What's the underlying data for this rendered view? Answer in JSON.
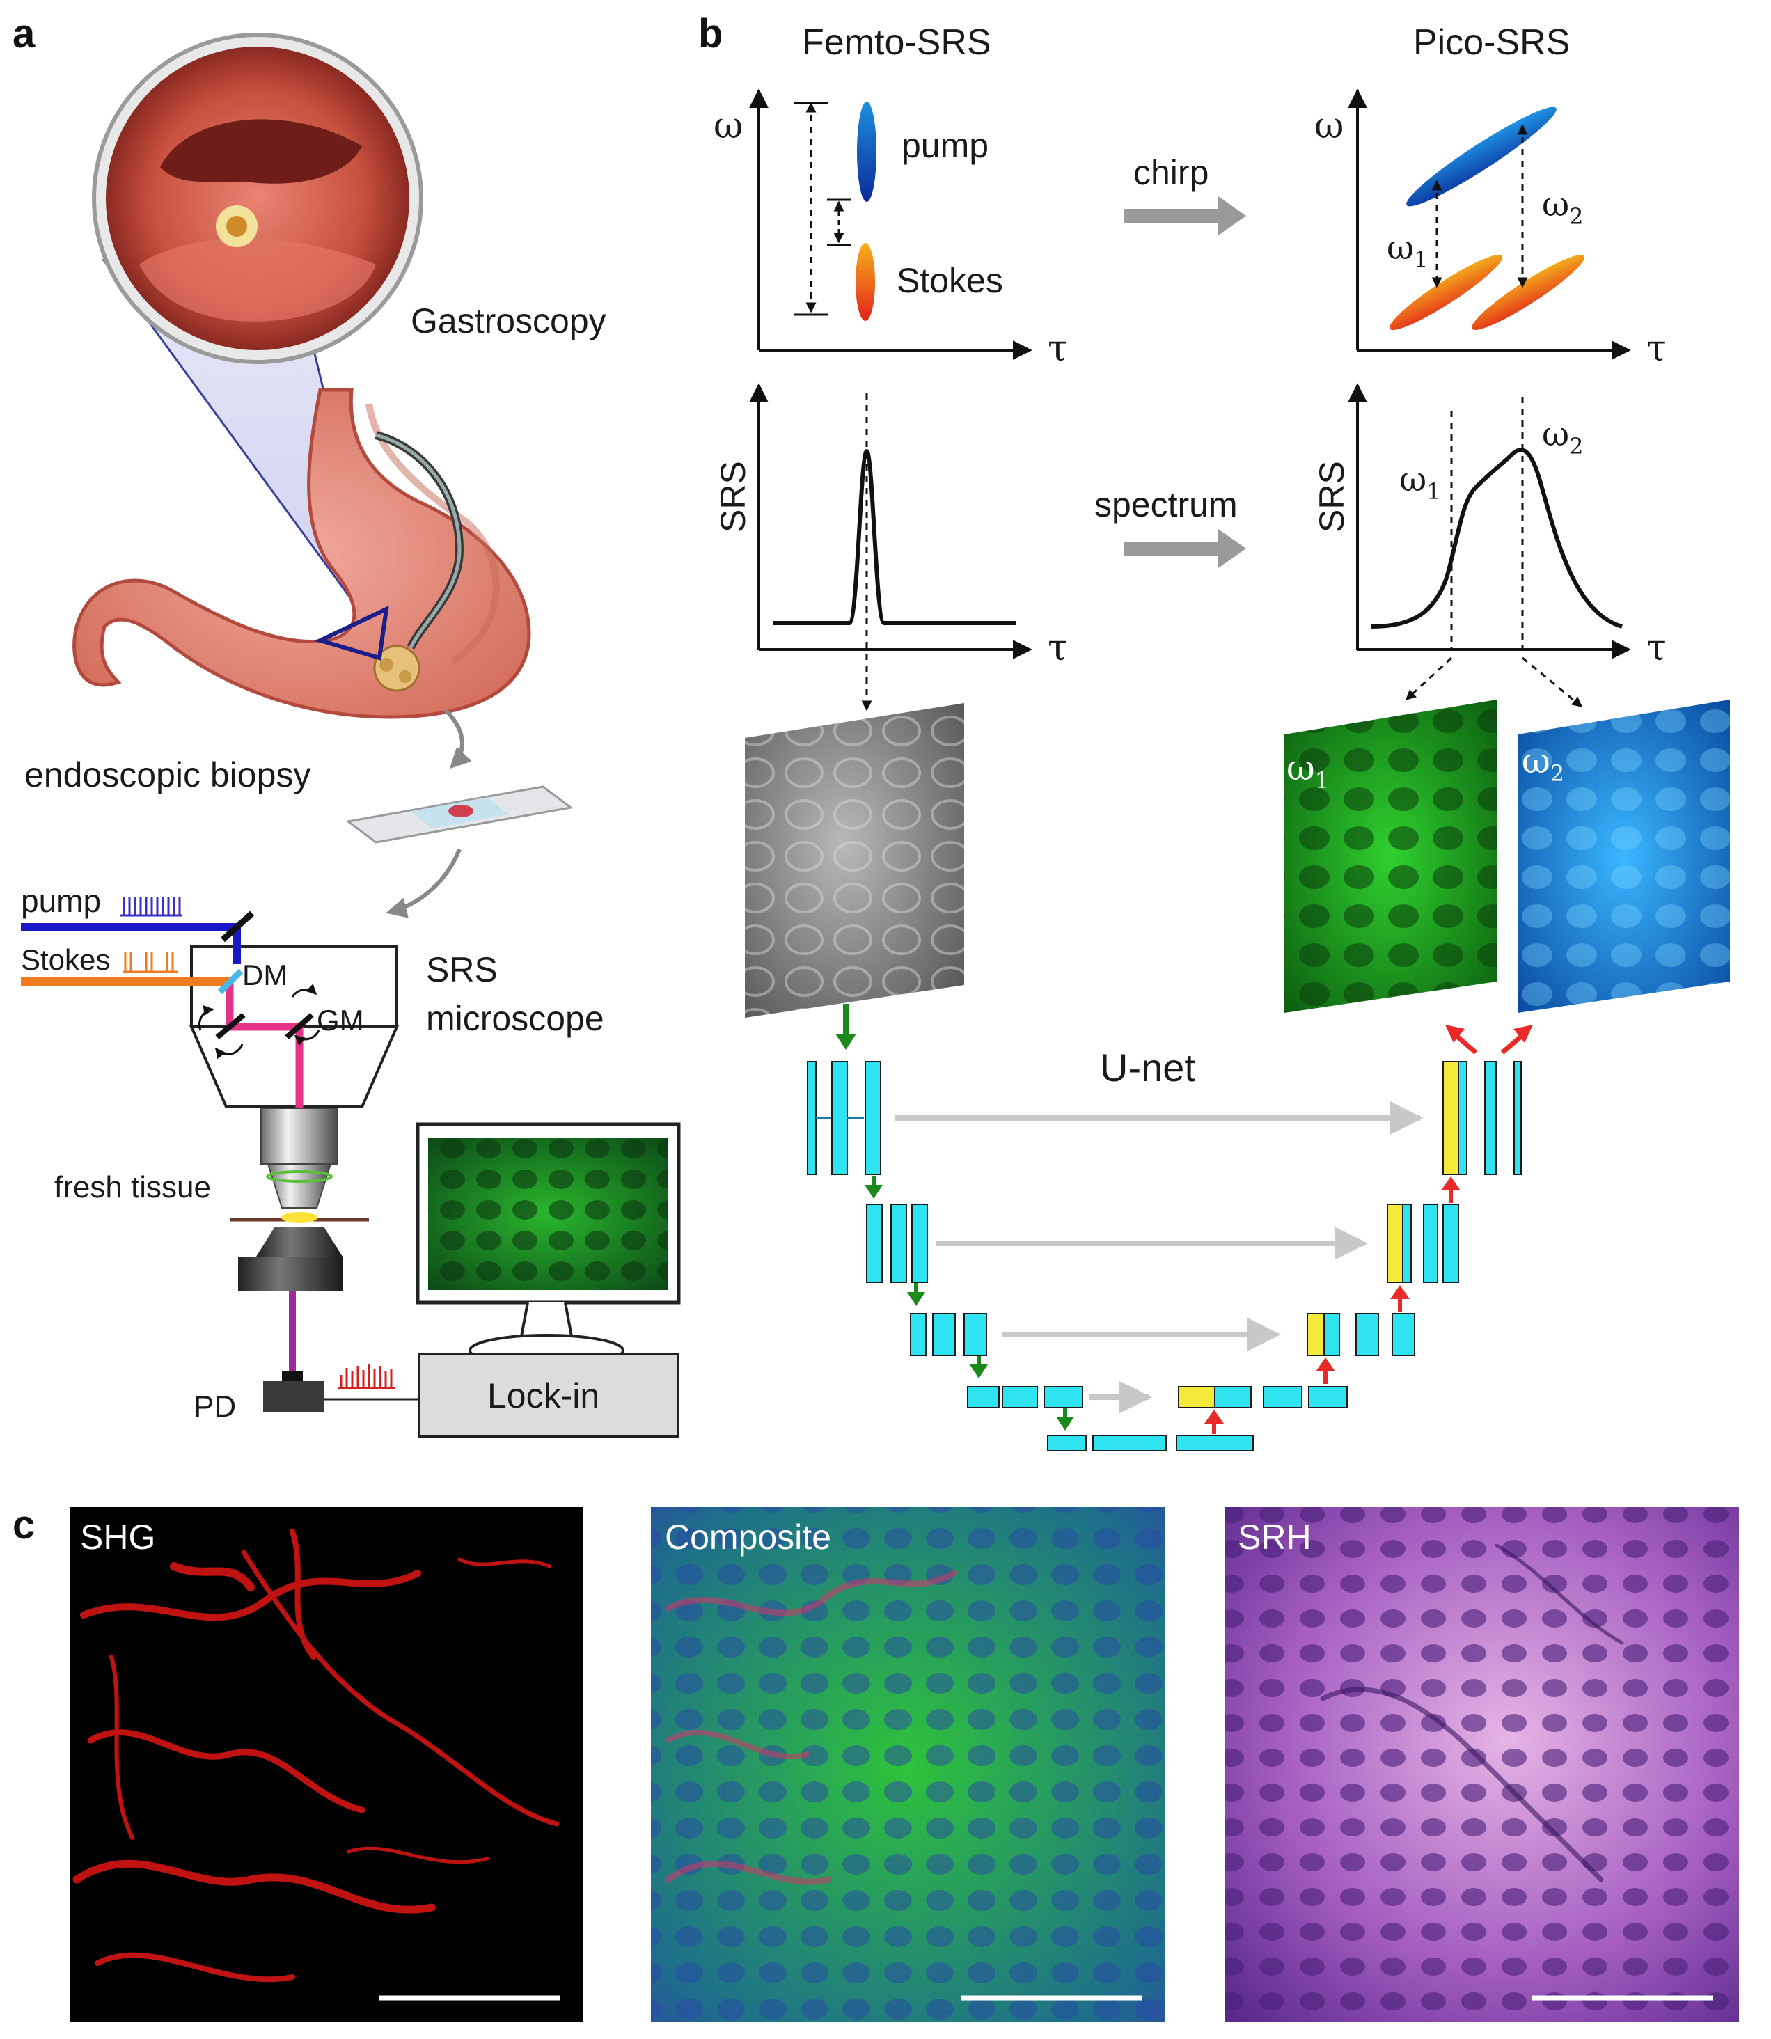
{
  "panels": {
    "a": "a",
    "b": "b",
    "c": "c"
  },
  "panel_a": {
    "gastroscopy": "Gastroscopy",
    "biopsy": "endoscopic biopsy",
    "pump": "pump",
    "stokes": "Stokes",
    "dm": "DM",
    "gm": "GM",
    "microscope_line1": "SRS",
    "microscope_line2": "microscope",
    "fresh_tissue": "fresh tissue",
    "pd": "PD",
    "lockin": "Lock-in"
  },
  "panel_b": {
    "femto_title": "Femto-SRS",
    "pico_title": "Pico-SRS",
    "omega": "ω",
    "tau": "τ",
    "pump": "pump",
    "stokes": "Stokes",
    "chirp": "chirp",
    "spectrum": "spectrum",
    "srs_axis": "SRS",
    "omega1": "ω",
    "omega2": "ω",
    "sub1": "1",
    "sub2": "2",
    "unet": "U-net"
  },
  "panel_c": {
    "shg": "SHG",
    "composite": "Composite",
    "srh": "SRH"
  },
  "colors": {
    "pump_beam": "#1a17c9",
    "stokes_beam": "#f07a1e",
    "mixed_beam": "#e6338a",
    "unet_block": "#2fe4f0",
    "unet_concat": "#f4ea3c",
    "down_arrow": "#1a8a1a",
    "up_arrow": "#e82a2a",
    "skip_arrow": "#c8c8c8"
  }
}
